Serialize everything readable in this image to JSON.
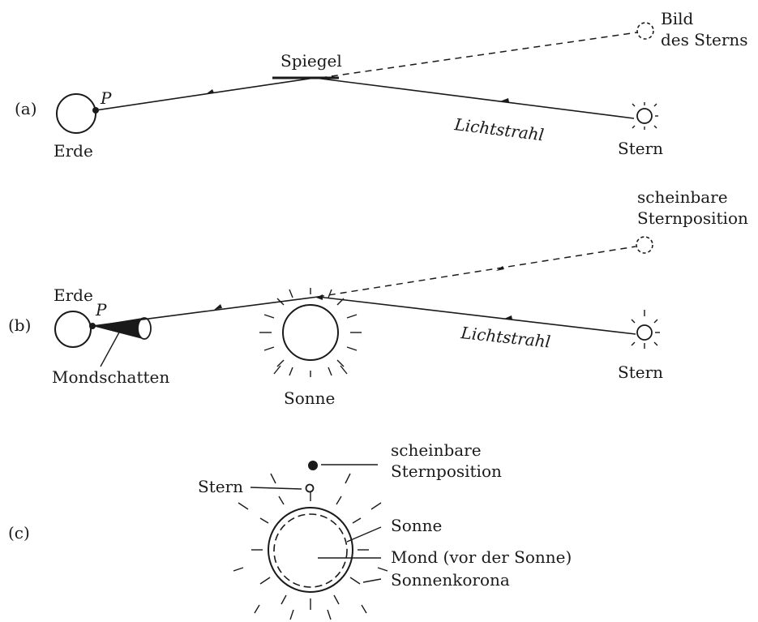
{
  "panels": {
    "a": {
      "label": "(a)",
      "earth": "Erde",
      "point": "P",
      "mirror": "Spiegel",
      "ray": "Lichtstrahl",
      "star": "Stern",
      "image_line1": "Bild",
      "image_line2": "des Sterns"
    },
    "b": {
      "label": "(b)",
      "earth": "Erde",
      "point": "P",
      "moon_shadow": "Mondschatten",
      "sun": "Sonne",
      "ray": "Lichtstrahl",
      "star": "Stern",
      "apparent_line1": "scheinbare",
      "apparent_line2": "Sternposition"
    },
    "c": {
      "label": "(c)",
      "apparent_line1": "scheinbare",
      "apparent_line2": "Sternposition",
      "star": "Stern",
      "sun": "Sonne",
      "moon": "Mond (vor der Sonne)",
      "corona": "Sonnenkorona"
    }
  }
}
